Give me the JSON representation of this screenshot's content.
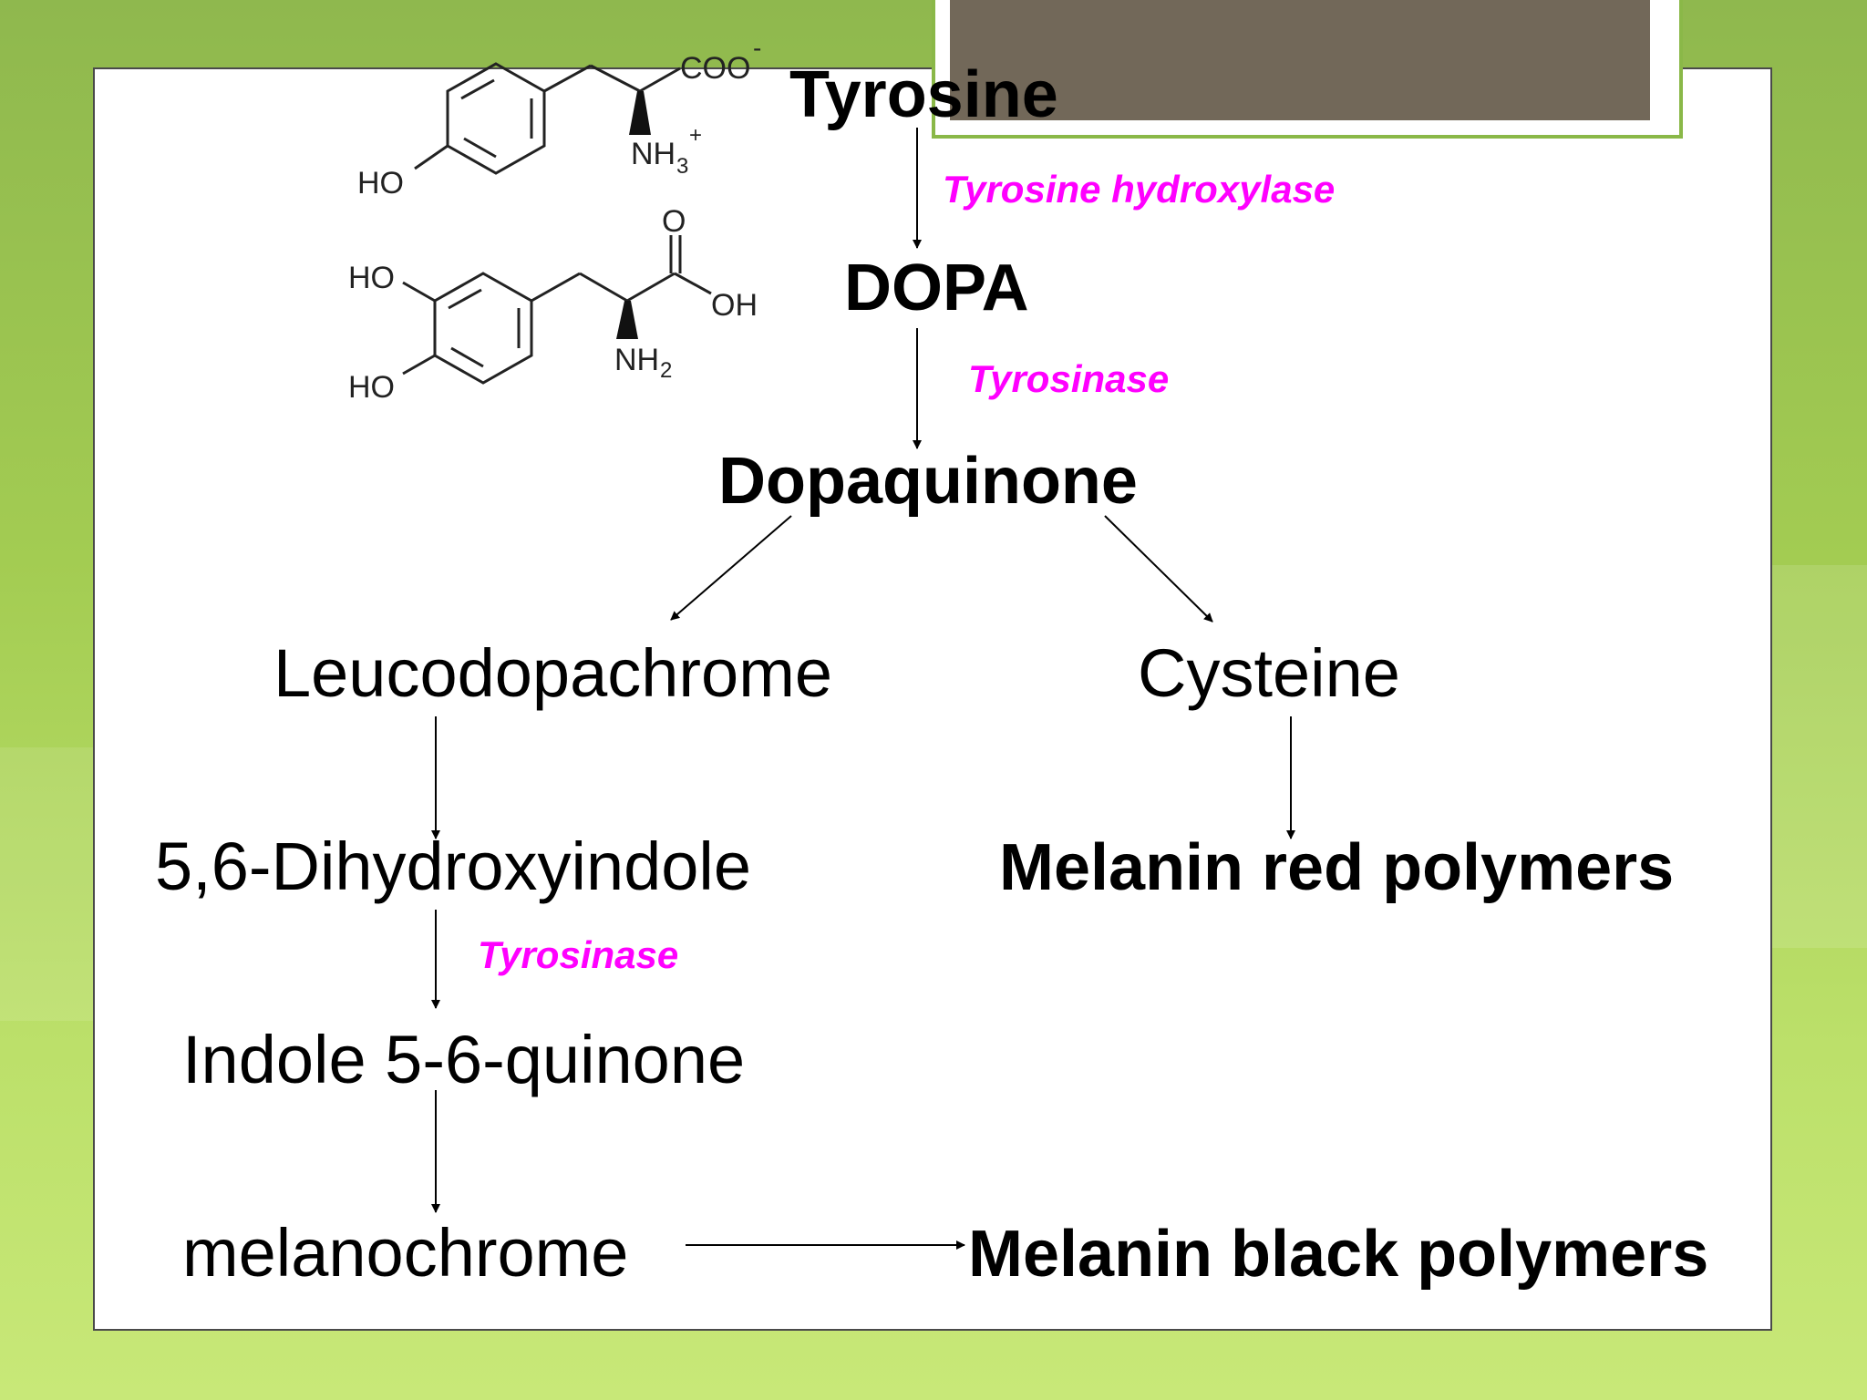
{
  "colors": {
    "background": "#a3cc52",
    "title_block": "#726859",
    "enzyme_text": "#ff00ff",
    "arrow": "#000000"
  },
  "nodes": {
    "tyrosine": "Tyrosine",
    "dopa": "DOPA",
    "dopaquinone": "Dopaquinone",
    "leucodopachrome": "Leucodopachrome",
    "cysteine": "Cysteine",
    "dihydroxyindole": "5,6-Dihydroxyindole",
    "melanin_red": "Melanin red polymers",
    "indole_quinone": "Indole 5-6-quinone",
    "melanochrome": "melanochrome",
    "melanin_black": "Melanin black polymers"
  },
  "enzymes": {
    "tyrosine_hydroxylase": "Tyrosine hydroxylase",
    "tyrosinase_1": "Tyrosinase",
    "tyrosinase_2": "Tyrosinase"
  },
  "structures": {
    "tyrosine": {
      "carboxylate": "COO",
      "charge_minus": "-",
      "amine": "NH",
      "amine_sub": "3",
      "charge_plus": "+",
      "hydroxyl": "HO"
    },
    "dopa": {
      "carbonyl_o": "O",
      "hydroxyl_acid": "OH",
      "amine": "NH",
      "amine_sub": "2",
      "hydroxyl_top": "HO",
      "hydroxyl_bottom": "HO"
    }
  }
}
